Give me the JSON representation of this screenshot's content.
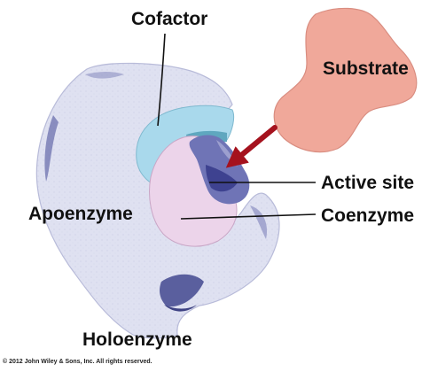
{
  "labels": {
    "cofactor": "Cofactor",
    "substrate": "Substrate",
    "active_site": "Active site",
    "apoenzyme": "Apoenzyme",
    "coenzyme": "Coenzyme",
    "holoenzyme": "Holoenzyme"
  },
  "copyright": "© 2012 John Wiley & Sons, Inc. All rights reserved.",
  "colors": {
    "apoenzyme_body": "#dfe1f1",
    "apoenzyme_shadow": "#5a5f9e",
    "cofactor": "#a9d9ec",
    "cofactor_dark": "#6fb5cc",
    "coenzyme": "#ecd4ea",
    "active_site": "#4b4f9c",
    "substrate": "#f0a89a",
    "arrow": "#a5121e"
  }
}
